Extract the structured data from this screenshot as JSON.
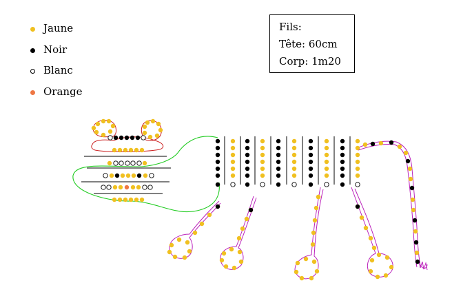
{
  "legend": [
    {
      "label": "Jaune",
      "color": "#f0c020",
      "fill": true
    },
    {
      "label": "Noir",
      "color": "#000000",
      "fill": true
    },
    {
      "label": "Blanc",
      "color": "#ffffff",
      "fill": false
    },
    {
      "label": "Orange",
      "color": "#ee7744",
      "fill": true
    }
  ],
  "info": {
    "title": "Fils:",
    "head": "Tête: 60cm",
    "body": "Corp: 1m20"
  },
  "colors": {
    "yellow": "#f0c020",
    "black": "#000000",
    "orange": "#ee7744",
    "green_wire": "#22cc22",
    "purple_wire": "#bb22bb",
    "red_wire": "#cc2222"
  }
}
